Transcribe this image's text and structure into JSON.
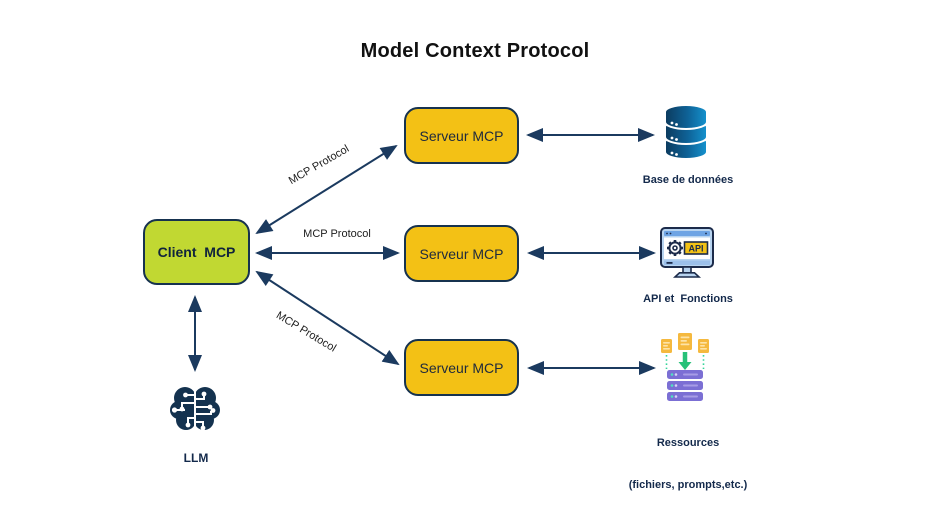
{
  "title": "Model Context Protocol",
  "client_box": {
    "label": "Client  MCP"
  },
  "server_boxes": [
    {
      "label": "Serveur MCP"
    },
    {
      "label": "Serveur MCP"
    },
    {
      "label": "Serveur MCP"
    }
  ],
  "protocol_links": {
    "top": "MCP Protocol",
    "middle": "MCP Protocol",
    "bottom": "MCP Protocol"
  },
  "endpoints": {
    "database": {
      "label": "Base de données",
      "icon": "database-icon"
    },
    "api": {
      "label": "API et  Fonctions",
      "badge": "API",
      "icon": "api-monitor-icon"
    },
    "resources": {
      "label": "Ressources",
      "sublabel": "(fichiers, prompts,etc.)",
      "icon": "server-stack-icon"
    }
  },
  "llm": {
    "label": "LLM",
    "icon": "brain-circuit-icon"
  },
  "colors": {
    "client_fill": "#c1d832",
    "server_fill": "#f3c115",
    "outline": "#16324f",
    "arrow": "#1b3a5f",
    "label_navy": "#13294b",
    "db_gradient_start": "#0c3a5d",
    "db_gradient_end": "#1593cf",
    "resources_purple": "#7b6fd4",
    "resources_green": "#27c178",
    "file_gold": "#f5b93e"
  }
}
